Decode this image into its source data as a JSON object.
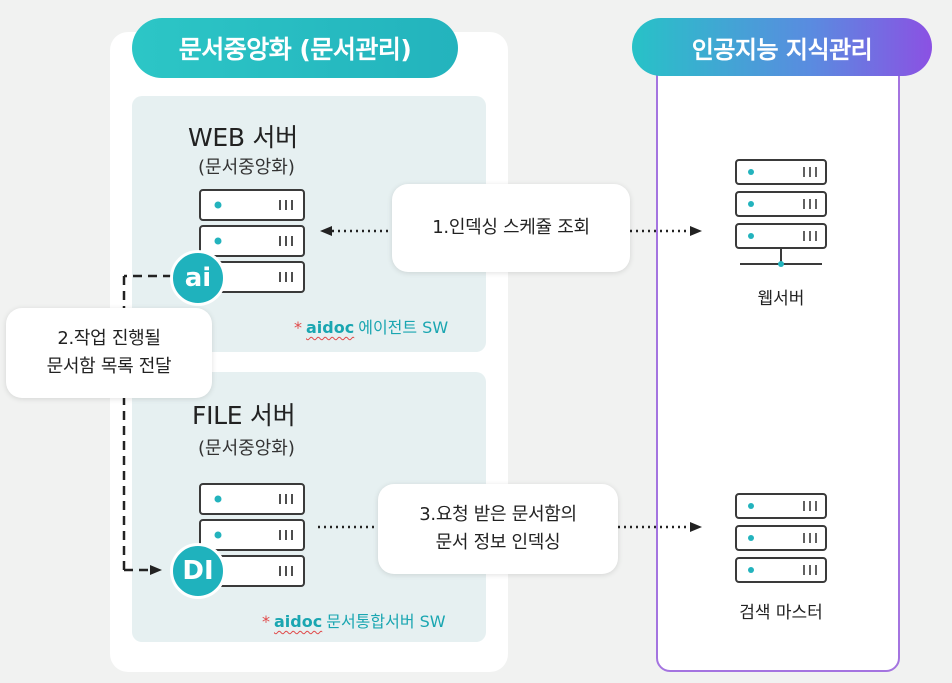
{
  "left_section": {
    "title": "문서중앙화 (문서관리)"
  },
  "right_section": {
    "title": "인공지능 지식관리"
  },
  "web_server": {
    "title": "WEB 서버",
    "subtitle": "(문서중앙화)",
    "badge": "ai",
    "sw_star": "*",
    "sw_brand": "aidoc",
    "sw_text": "에이전트 SW"
  },
  "file_server": {
    "title": "FILE 서버",
    "subtitle": "(문서중앙화)",
    "badge": "DI",
    "sw_star": "*",
    "sw_brand": "aidoc",
    "sw_text": "문서통합서버 SW"
  },
  "steps": {
    "step1": "1.인덱싱 스케쥴 조회",
    "step2_line1": "2.작업 진행될",
    "step2_line2": "문서함 목록 전달",
    "step3_line1": "3.요청 받은 문서함의",
    "step3_line2": "문서 정보 인덱싱"
  },
  "ai_servers": {
    "web": "웹서버",
    "search": "검색 마스터"
  },
  "colors": {
    "teal": "#23b3bd",
    "purple": "#8b51e3",
    "server_stroke": "#3a3a3a"
  }
}
